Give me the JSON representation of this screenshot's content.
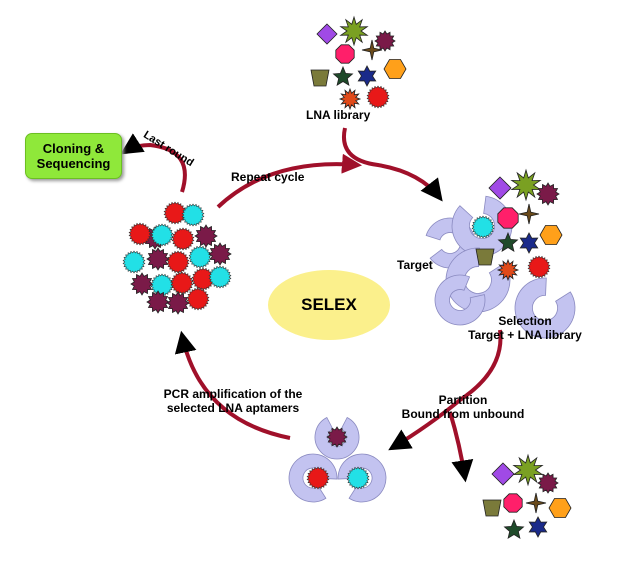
{
  "title": "SELEX",
  "cloning_label": "Cloning & Sequencing",
  "labels": {
    "lna_library": "LNA library",
    "repeat_cycle": "Repeat cycle",
    "last_round": "Last round",
    "target": "Target",
    "selection": "Selection",
    "selection_sub": "Target + LNA library",
    "partition": "Partition",
    "partition_sub": "Bound from unbound",
    "pcr_line1": "PCR amplification of the",
    "pcr_line2": "selected LNA aptamers"
  },
  "colors": {
    "arrow": "#a0102a",
    "target_shape": "#c3c3f0",
    "oval": "#fbf08c",
    "cloning_box": "#8fe83a"
  },
  "icons": [
    "diamond-icon",
    "starburst-icon",
    "octagon-icon",
    "hexagon-icon",
    "trapezoid-icon",
    "four-point-star-icon",
    "six-point-star-icon",
    "gear-icon",
    "sphere-icon"
  ]
}
